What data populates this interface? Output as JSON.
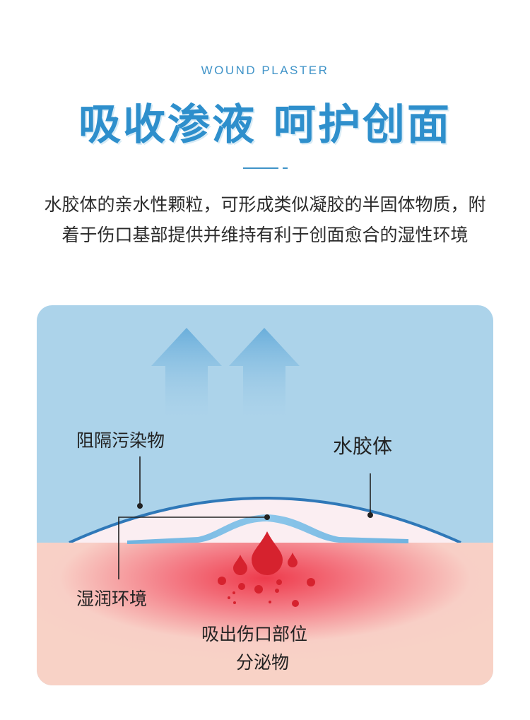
{
  "header": {
    "subtitle": "WOUND PLASTER",
    "title": "吸收渗液 呵护创面"
  },
  "description": "水胶体的亲水性颗粒，可形成类似凝胶的半固体物质，附着于伤口基部提供并维持有利于创面愈合的湿性环境",
  "illustration": {
    "labels": {
      "barrier": "阻隔污染物",
      "hydrocolloid": "水胶体",
      "moist": "湿润环境",
      "absorb_line1": "吸出伤口部位",
      "absorb_line2": "分泌物"
    },
    "icons": [
      "arrow-up-icon",
      "arrow-up-icon",
      "blood-drop-icon"
    ],
    "colors": {
      "background_blue": "#acd3ea",
      "arrow_blue": "#6aaedb",
      "dome_pink": "#fbeef2",
      "dome_outline": "#2f78b8",
      "skin": "#f8d2c6",
      "wound_red": "#d6222e"
    }
  }
}
